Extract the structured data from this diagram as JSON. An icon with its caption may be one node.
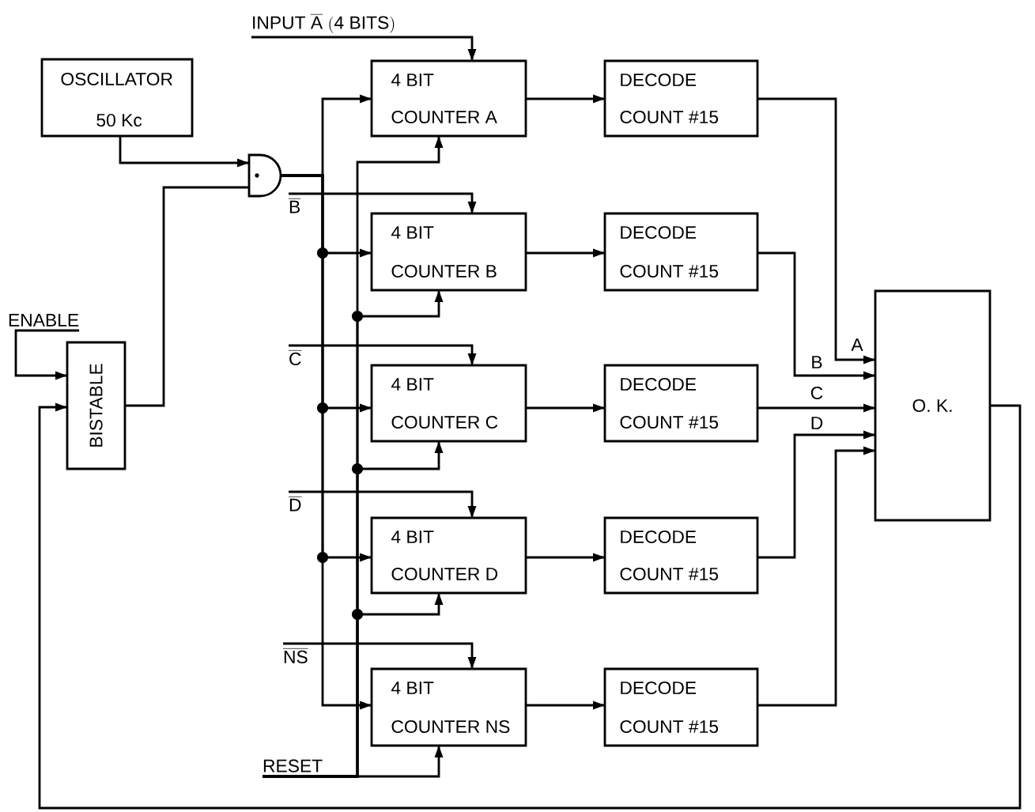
{
  "diagram": {
    "nodes": [
      {
        "text": [
          "OSCILLATOR",
          "50 Kc"
        ]
      },
      {
        "text": [],
        "shape": "gate"
      },
      {
        "text": [
          "BISTABLE"
        ]
      },
      {
        "text": [
          "ENABLE"
        ]
      },
      {
        "text": [
          "\\mathsf{INPUT}\\ \\overline{\\mathsf{A}}\\ \\mathsf{(4\\ BITS)}"
        ]
      },
      {
        "text": [
          "\\overline{\\mathsf{B}}"
        ]
      },
      {
        "text": [
          "\\overline{\\mathsf{C}}"
        ]
      },
      {
        "text": [
          "\\overline{\\mathsf{D}}"
        ]
      },
      {
        "text": [
          "\\overline{\\mathsf{NS}}"
        ]
      },
      {
        "text": [
          "RESET"
        ]
      },
      {
        "text": [
          "4 BIT",
          "COUNTER A"
        ]
      },
      {
        "text": [
          "4 BIT",
          "COUNTER B"
        ]
      },
      {
        "text": [
          "4 BIT",
          "COUNTER C"
        ]
      },
      {
        "text": [
          "4 BIT",
          "COUNTER D"
        ]
      },
      {
        "text": [
          "4 BIT",
          "COUNTER NS"
        ]
      },
      {
        "text": [
          "DECODE",
          "COUNT #15"
        ]
      },
      {
        "text": [
          "DECODE",
          "COUNT #15"
        ]
      },
      {
        "text": [
          "DECODE",
          "COUNT #15"
        ]
      },
      {
        "text": [
          "DECODE",
          "COUNT #15"
        ]
      },
      {
        "text": [
          "DECODE",
          "COUNT #15"
        ]
      },
      {
        "text": [
          "O. K."
        ]
      }
    ],
    "edges": [
      {
        "from": 0,
        "to": 1,
        "arrow": "to"
      },
      {
        "from": 2,
        "to": 1,
        "arrow": "none"
      },
      {
        "from": 3,
        "to": 2,
        "arrow": "to"
      },
      {
        "from": 1,
        "to": 10,
        "arrow": "to"
      },
      {
        "from": 1,
        "to": 11,
        "arrow": "to"
      },
      {
        "from": 1,
        "to": 12,
        "arrow": "to"
      },
      {
        "from": 1,
        "to": 13,
        "arrow": "to"
      },
      {
        "from": 1,
        "to": 14,
        "arrow": "to"
      },
      {
        "from": 4,
        "to": 10,
        "arrow": "to"
      },
      {
        "from": 5,
        "to": 11,
        "arrow": "to"
      },
      {
        "from": 6,
        "to": 12,
        "arrow": "to"
      },
      {
        "from": 7,
        "to": 13,
        "arrow": "to"
      },
      {
        "from": 8,
        "to": 14,
        "arrow": "to"
      },
      {
        "from": 9,
        "to": 10,
        "arrow": "to"
      },
      {
        "from": 9,
        "to": 11,
        "arrow": "to"
      },
      {
        "from": 9,
        "to": 12,
        "arrow": "to"
      },
      {
        "from": 9,
        "to": 13,
        "arrow": "to"
      },
      {
        "from": 9,
        "to": 14,
        "arrow": "to"
      },
      {
        "from": 10,
        "to": 15,
        "arrow": "to"
      },
      {
        "from": 11,
        "to": 16,
        "arrow": "to"
      },
      {
        "from": 12,
        "to": 17,
        "arrow": "to"
      },
      {
        "from": 13,
        "to": 18,
        "arrow": "to"
      },
      {
        "from": 14,
        "to": 19,
        "arrow": "to"
      },
      {
        "from": 15,
        "to": 20,
        "arrow": "to",
        "label": "A"
      },
      {
        "from": 16,
        "to": 20,
        "arrow": "to",
        "label": "B"
      },
      {
        "from": 17,
        "to": 20,
        "arrow": "to",
        "label": "C"
      },
      {
        "from": 18,
        "to": 20,
        "arrow": "to",
        "label": "D"
      },
      {
        "from": 19,
        "to": 20,
        "arrow": "to"
      },
      {
        "from": 20,
        "to": 2,
        "arrow": "to"
      }
    ]
  }
}
